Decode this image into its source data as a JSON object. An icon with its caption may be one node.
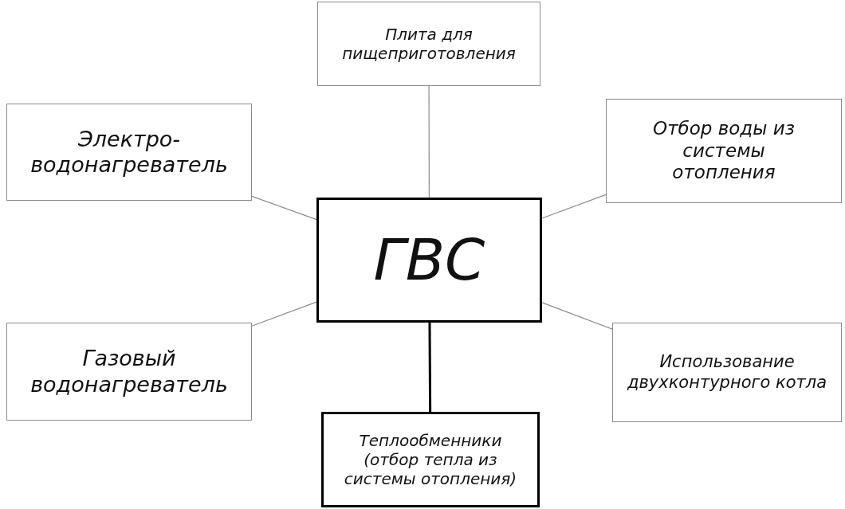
{
  "diagram": {
    "nodes": [
      {
        "text": [
          "Плита для пищеприготовления"
        ]
      },
      {
        "text": [
          "Электро- водонагреватель"
        ]
      },
      {
        "text": [
          "Отбор воды из системы отопления"
        ]
      },
      {
        "text": [
          "ГВС"
        ]
      },
      {
        "text": [
          "Газовый водонагреватель"
        ]
      },
      {
        "text": [
          "Использование двухконтурного котла"
        ]
      },
      {
        "text": [
          "Теплообменники (отбор тепла из системы отопления)"
        ]
      }
    ],
    "edges": [
      {
        "from": 3,
        "to": 0,
        "arrow": "none"
      },
      {
        "from": 3,
        "to": 1,
        "arrow": "none"
      },
      {
        "from": 3,
        "to": 2,
        "arrow": "none"
      },
      {
        "from": 3,
        "to": 4,
        "arrow": "none"
      },
      {
        "from": 3,
        "to": 5,
        "arrow": "none"
      },
      {
        "from": 3,
        "to": 6,
        "arrow": "none",
        "style": "thick",
        "color": "#000000"
      }
    ]
  }
}
